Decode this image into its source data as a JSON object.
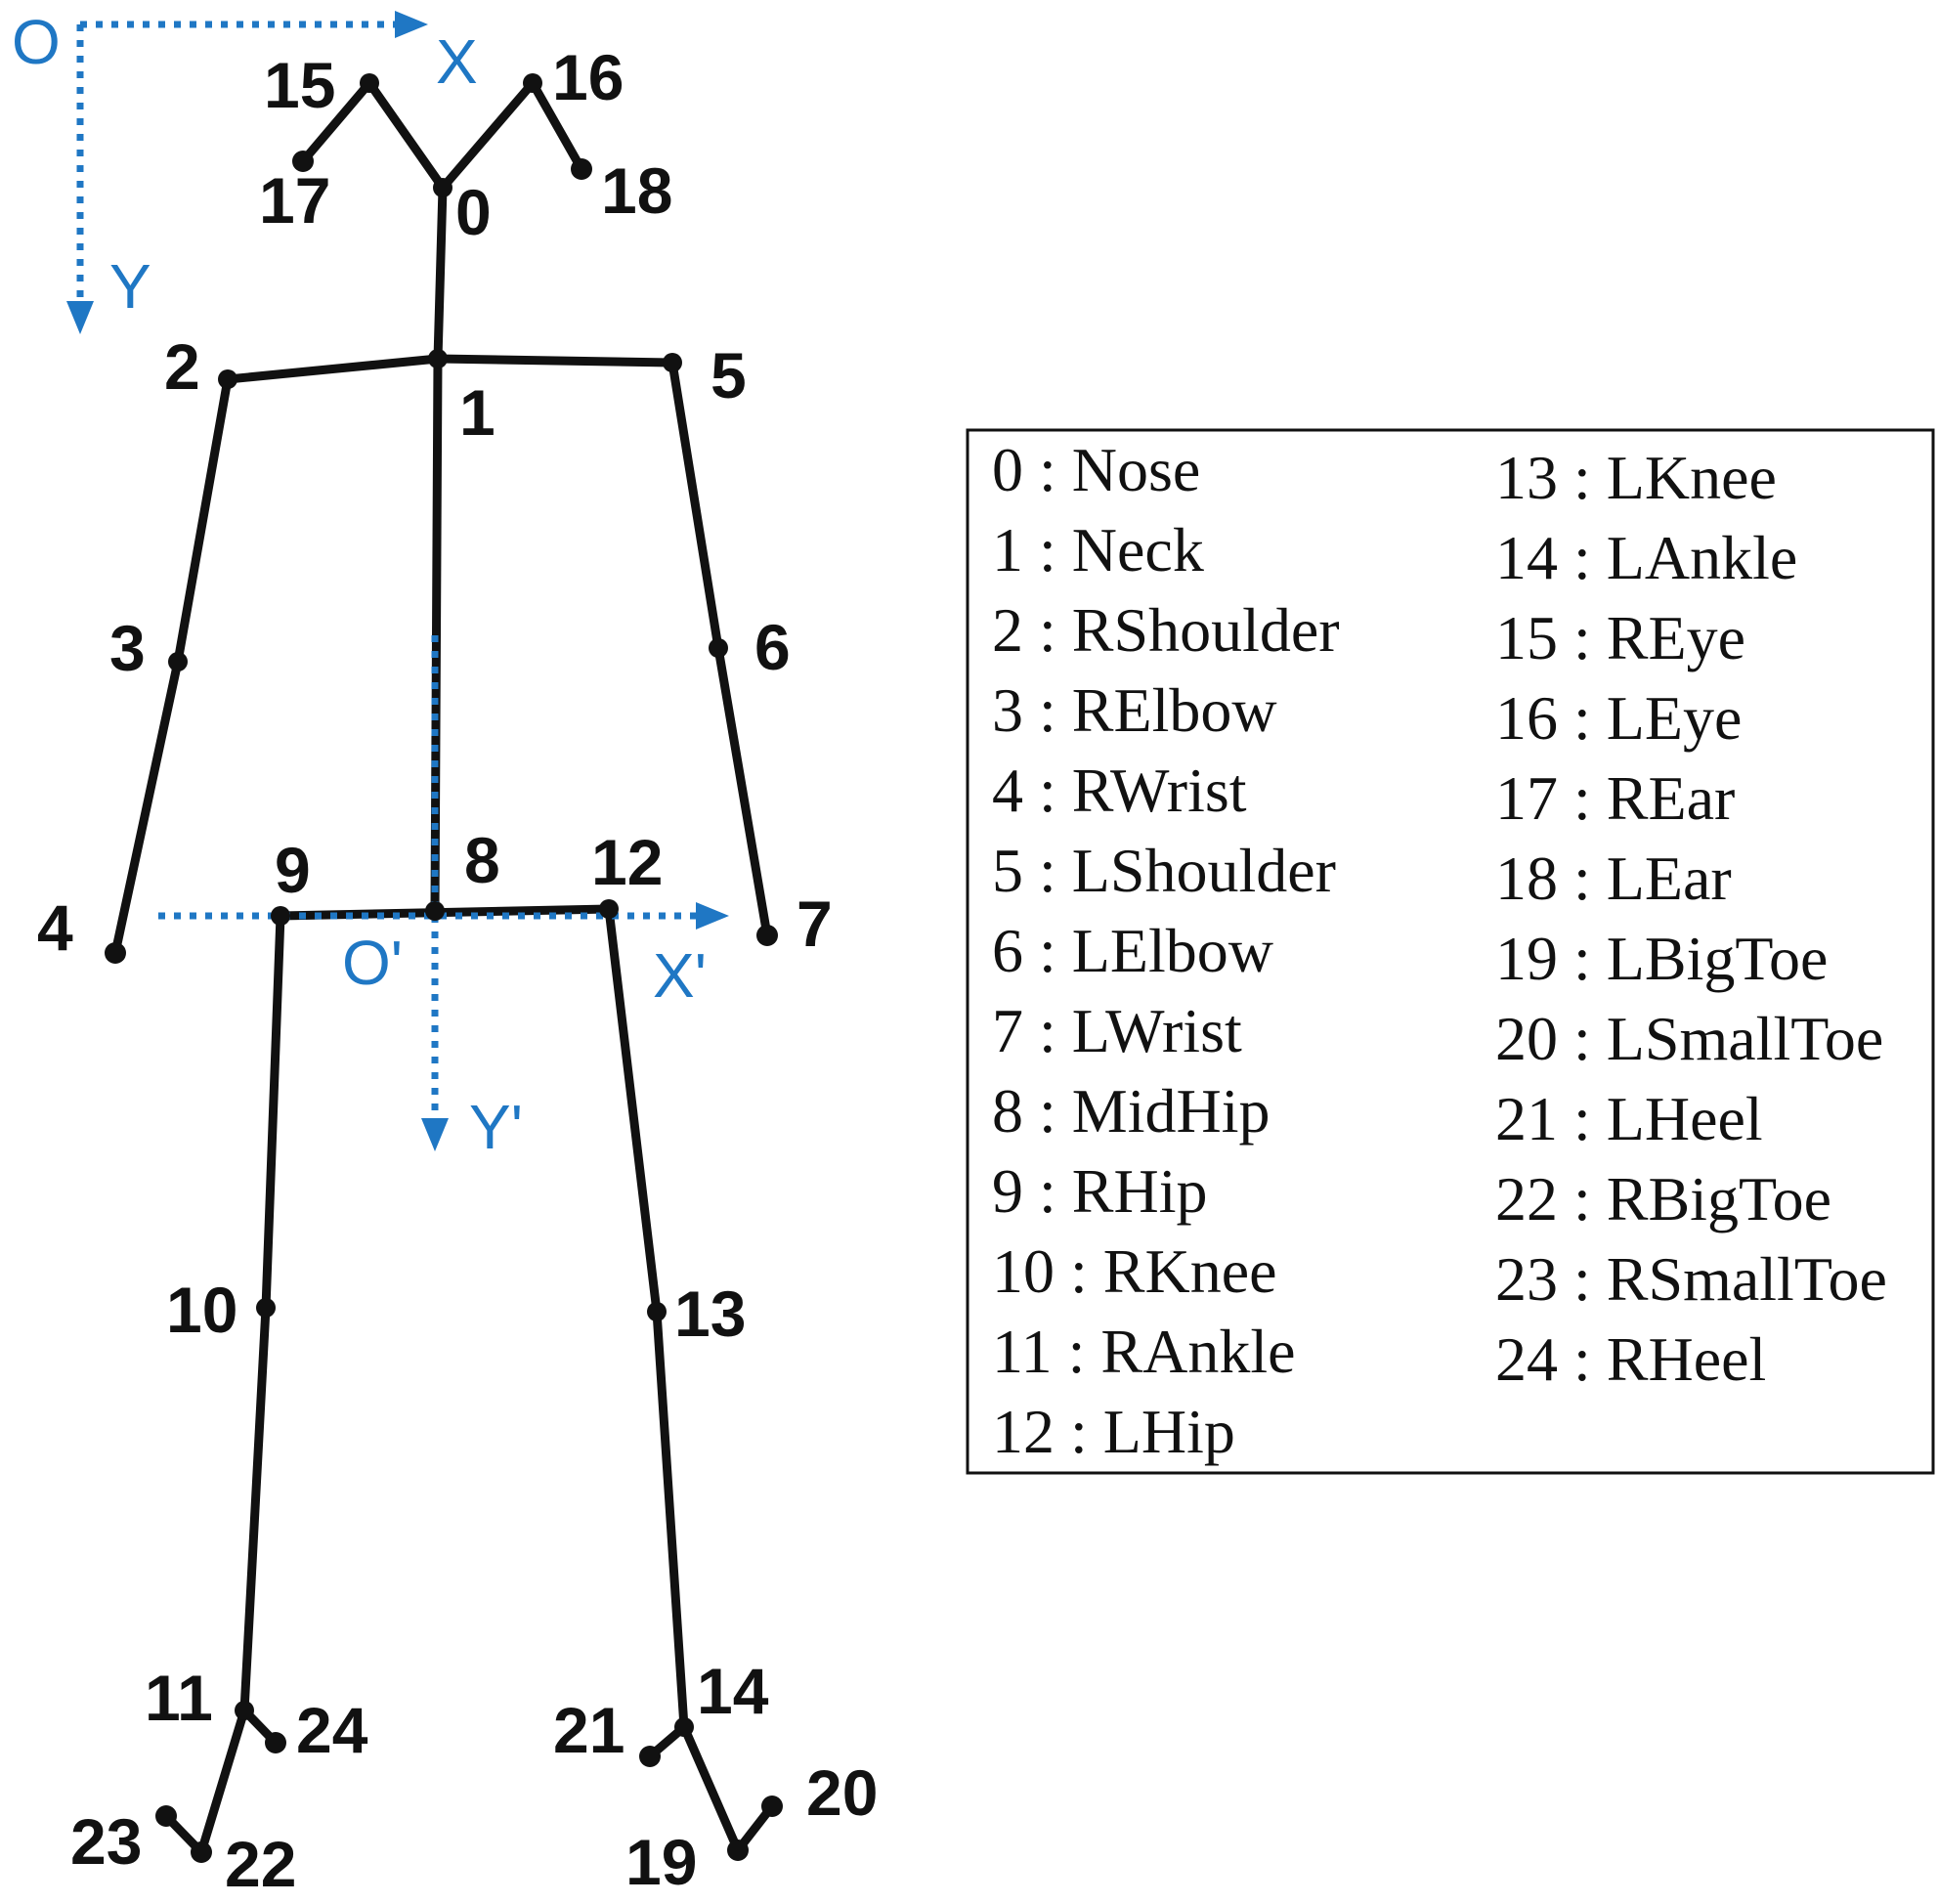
{
  "axes": {
    "global_origin": "O",
    "global_x": "X",
    "global_y": "Y",
    "local_origin": "O'",
    "local_x": "X'",
    "local_y": "Y'",
    "color": "#1f77c4"
  },
  "keypoints": [
    {
      "id": "0",
      "name": "Nose"
    },
    {
      "id": "1",
      "name": "Neck"
    },
    {
      "id": "2",
      "name": "RShoulder"
    },
    {
      "id": "3",
      "name": "RElbow"
    },
    {
      "id": "4",
      "name": "RWrist"
    },
    {
      "id": "5",
      "name": "LShoulder"
    },
    {
      "id": "6",
      "name": "LElbow"
    },
    {
      "id": "7",
      "name": "LWrist"
    },
    {
      "id": "8",
      "name": "MidHip"
    },
    {
      "id": "9",
      "name": "RHip"
    },
    {
      "id": "10",
      "name": "RKnee"
    },
    {
      "id": "11",
      "name": "RAnkle"
    },
    {
      "id": "12",
      "name": "LHip"
    },
    {
      "id": "13",
      "name": "LKnee"
    },
    {
      "id": "14",
      "name": "LAnkle"
    },
    {
      "id": "15",
      "name": "REye"
    },
    {
      "id": "16",
      "name": "LEye"
    },
    {
      "id": "17",
      "name": "REar"
    },
    {
      "id": "18",
      "name": "LEar"
    },
    {
      "id": "19",
      "name": "LBigToe"
    },
    {
      "id": "20",
      "name": "LSmallToe"
    },
    {
      "id": "21",
      "name": "LHeel"
    },
    {
      "id": "22",
      "name": "RBigToe"
    },
    {
      "id": "23",
      "name": "RSmallToe"
    },
    {
      "id": "24",
      "name": "RHeel"
    }
  ],
  "legend": {
    "separator": " : ",
    "left_column": [
      "0 : Nose",
      "1 : Neck",
      "2 : RShoulder",
      "3 : RElbow",
      "4 : RWrist",
      "5 : LShoulder",
      "6 : LElbow",
      "7 : LWrist",
      "8 : MidHip",
      "9 : RHip",
      "10 : RKnee",
      "11 : RAnkle",
      "12 : LHip"
    ],
    "right_column": [
      "13 : LKnee",
      "14 : LAnkle",
      "15 : REye",
      "16 : LEye",
      "17 : REar",
      "18 : LEar",
      "19 : LBigToe",
      "20 : LSmallToe",
      "21 : LHeel",
      "22 : RBigToe",
      "23 : RSmallToe",
      "24 : RHeel"
    ]
  },
  "colors": {
    "skeleton": "#111111",
    "axes": "#1f77c4",
    "background": "#ffffff"
  }
}
